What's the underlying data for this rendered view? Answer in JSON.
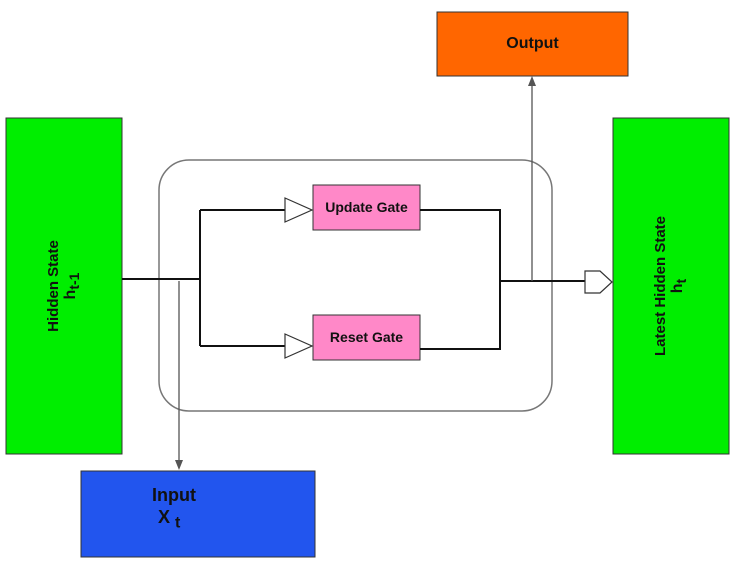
{
  "colors": {
    "hidden_state": "#00ee00",
    "output": "#ff6600",
    "input": "#2255ee",
    "gate": "#ff88c8",
    "line": "#111111",
    "container_border": "#777777"
  },
  "nodes": {
    "hidden_state": {
      "label": "Hidden State",
      "symbol": "h",
      "subscript": "t-1"
    },
    "latest_hidden_state": {
      "label": "Latest Hidden State",
      "symbol": "h",
      "subscript": "t"
    },
    "output": {
      "label": "Output"
    },
    "input": {
      "label": "Input",
      "symbol": "X",
      "subscript": "t"
    },
    "update_gate": {
      "label": "Update Gate"
    },
    "reset_gate": {
      "label": "Reset Gate"
    }
  }
}
